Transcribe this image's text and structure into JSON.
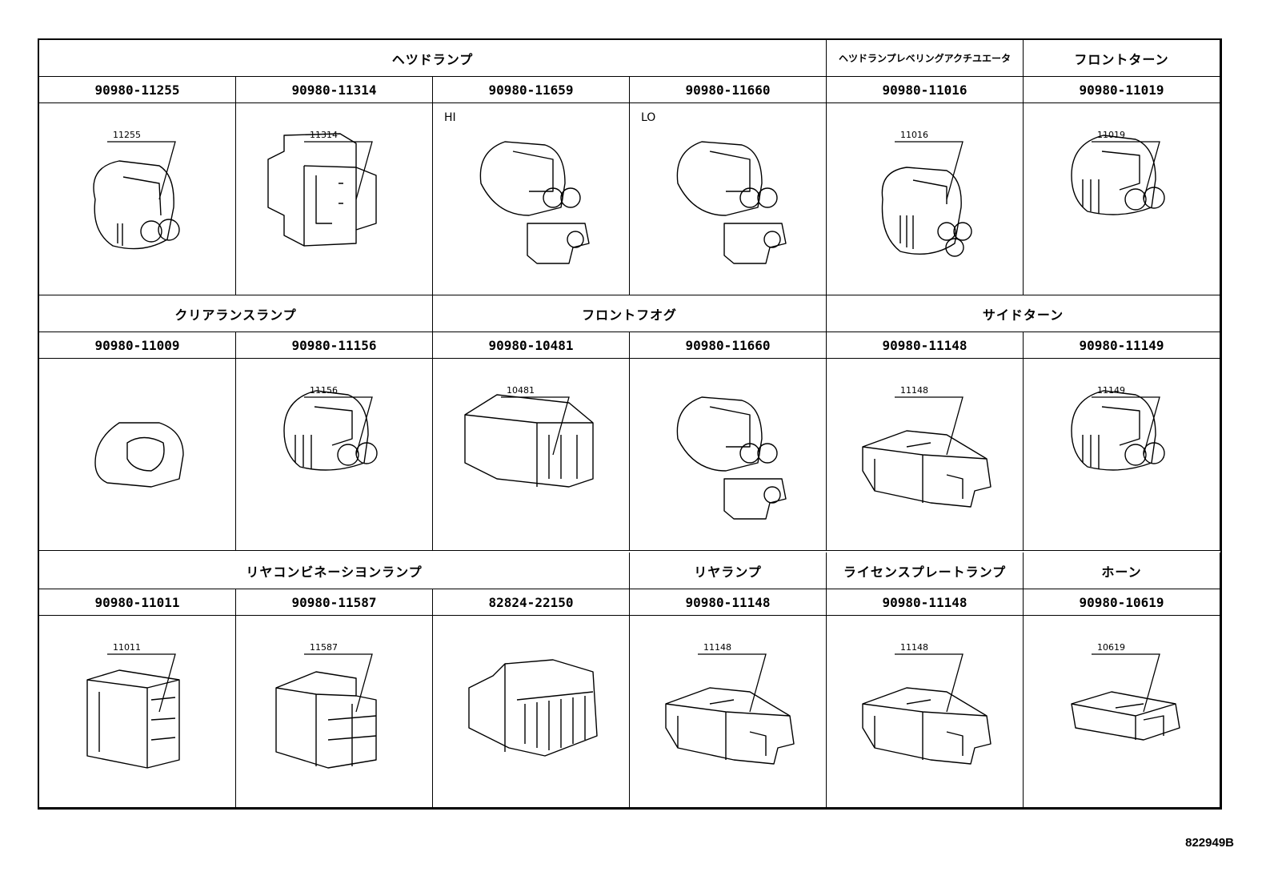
{
  "groups": [
    {
      "row": 0,
      "label": "ヘツドランプ",
      "start": 0,
      "span": 4
    },
    {
      "row": 0,
      "label": "ヘツドランプレベリングアクチユエータ",
      "start": 4,
      "span": 1
    },
    {
      "row": 0,
      "label": "フロントターン",
      "start": 5,
      "span": 1
    },
    {
      "row": 1,
      "label": "クリアランスランプ",
      "start": 0,
      "span": 2
    },
    {
      "row": 1,
      "label": "フロントフオグ",
      "start": 2,
      "span": 2
    },
    {
      "row": 1,
      "label": "サイドターン",
      "start": 4,
      "span": 2
    },
    {
      "row": 2,
      "label": "リヤコンビネーシヨンランプ",
      "start": 0,
      "span": 3
    },
    {
      "row": 2,
      "label": "リヤランプ",
      "start": 3,
      "span": 1
    },
    {
      "row": 2,
      "label": "ライセンスプレートランプ",
      "start": 4,
      "span": 1
    },
    {
      "row": 2,
      "label": "ホーン",
      "start": 5,
      "span": 1
    }
  ],
  "parts": [
    [
      {
        "part_no": "90980-11255",
        "callout": "11255",
        "sub": ""
      },
      {
        "part_no": "90980-11314",
        "callout": "11314",
        "sub": ""
      },
      {
        "part_no": "90980-11659",
        "callout": "",
        "sub": "HI"
      },
      {
        "part_no": "90980-11660",
        "callout": "",
        "sub": "LO"
      },
      {
        "part_no": "90980-11016",
        "callout": "11016",
        "sub": ""
      },
      {
        "part_no": "90980-11019",
        "callout": "11019",
        "sub": ""
      }
    ],
    [
      {
        "part_no": "90980-11009",
        "callout": "",
        "sub": ""
      },
      {
        "part_no": "90980-11156",
        "callout": "11156",
        "sub": ""
      },
      {
        "part_no": "90980-10481",
        "callout": "10481",
        "sub": ""
      },
      {
        "part_no": "90980-11660",
        "callout": "",
        "sub": ""
      },
      {
        "part_no": "90980-11148",
        "callout": "11148",
        "sub": ""
      },
      {
        "part_no": "90980-11149",
        "callout": "11149",
        "sub": ""
      }
    ],
    [
      {
        "part_no": "90980-11011",
        "callout": "11011",
        "sub": ""
      },
      {
        "part_no": "90980-11587",
        "callout": "11587",
        "sub": ""
      },
      {
        "part_no": "82824-22150",
        "callout": "",
        "sub": ""
      },
      {
        "part_no": "90980-11148",
        "callout": "11148",
        "sub": ""
      },
      {
        "part_no": "90980-11148",
        "callout": "11148",
        "sub": ""
      },
      {
        "part_no": "90980-10619",
        "callout": "10619",
        "sub": ""
      }
    ]
  ],
  "diagram_code": "822949B"
}
